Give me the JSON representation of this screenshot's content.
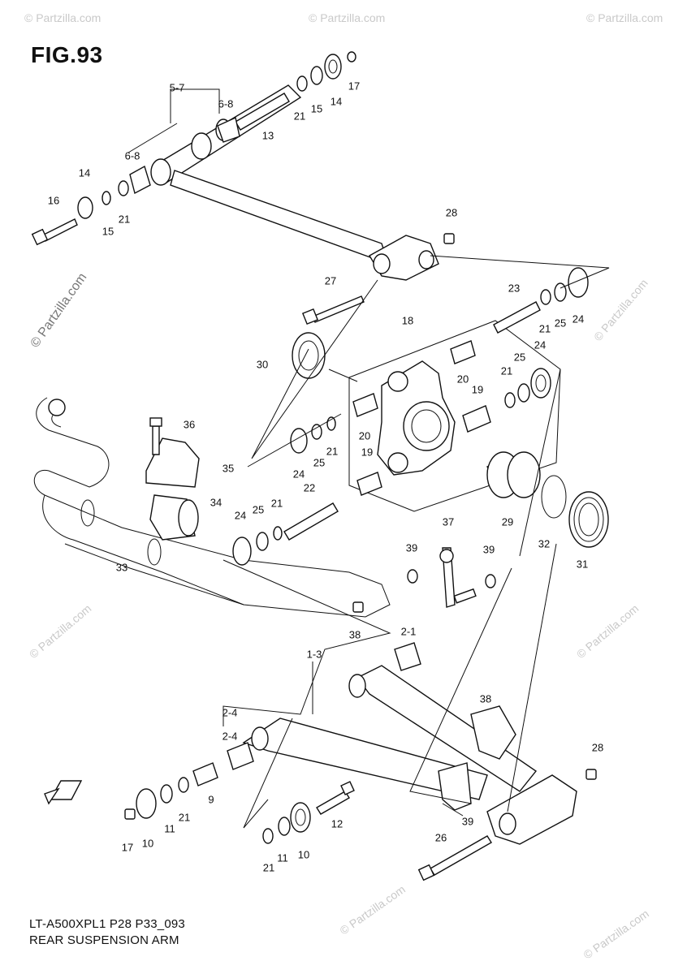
{
  "figure": {
    "title": "FIG.93",
    "model_code": "LT-A500XPL1 P28 P33_093",
    "name": "REAR SUSPENSION ARM"
  },
  "watermarks": {
    "main": "© Partzilla.com",
    "corner": "© Partzilla.com"
  },
  "callouts": {
    "c5_7": "5-7",
    "c6_8a": "6-8",
    "c6_8b": "6-8",
    "c13": "13",
    "c21a": "21",
    "c15a": "15",
    "c14a": "14",
    "c17a": "17",
    "c14b": "14",
    "c16": "16",
    "c15b": "15",
    "c21b": "21",
    "c28a": "28",
    "c27": "27",
    "c23": "23",
    "c21c": "21",
    "c25a": "25",
    "c24a": "24",
    "c18": "18",
    "c30": "30",
    "c25b": "25",
    "c24b": "24",
    "c21d": "21",
    "c20a": "20",
    "c19a": "19",
    "c20b": "20",
    "c19b": "19",
    "c36": "36",
    "c35": "35",
    "c24c": "24",
    "c25c": "25",
    "c21e": "21",
    "c22": "22",
    "c34": "34",
    "c24d": "24",
    "c25d": "25",
    "c21f": "21",
    "c29": "29",
    "c32": "32",
    "c31": "31",
    "c33": "33",
    "c37": "37",
    "c39a": "39",
    "c39b": "39",
    "c38a": "38",
    "c2_1": "2-1",
    "c1_3": "1-3",
    "c38b": "38",
    "c2_4a": "2-4",
    "c2_4b": "2-4",
    "c28b": "28",
    "c9": "9",
    "c21g": "21",
    "c11a": "11",
    "c10a": "10",
    "c17b": "17",
    "c12": "12",
    "c39c": "39",
    "c26": "26",
    "c21h": "21",
    "c11b": "11",
    "c10b": "10"
  }
}
